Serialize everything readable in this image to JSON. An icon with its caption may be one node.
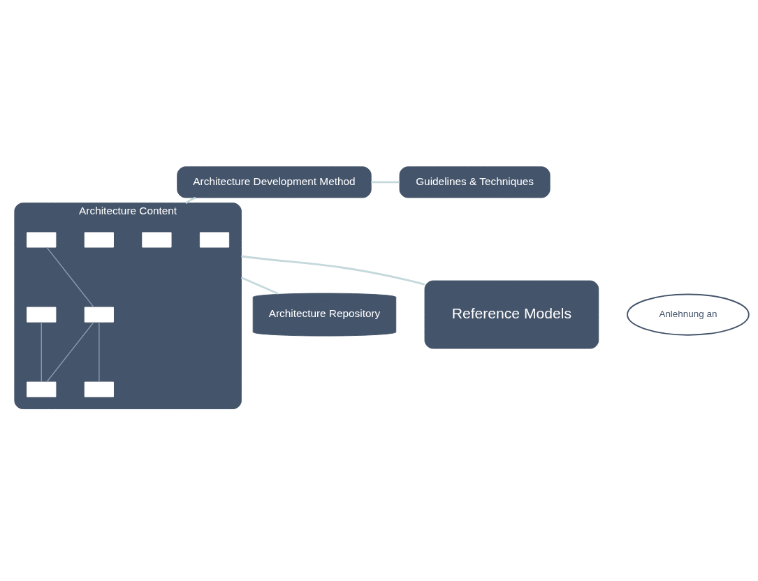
{
  "diagram": {
    "nodes": [
      {
        "text": [
          "Architecture Development Method"
        ]
      },
      {
        "text": [
          "Guidelines & Techniques"
        ]
      },
      {
        "text": [
          "Architecture Content"
        ]
      },
      {
        "text": [],
        "shape": "box",
        "in": 2
      },
      {
        "text": [],
        "shape": "box",
        "in": 2
      },
      {
        "text": [],
        "shape": "box",
        "in": 2
      },
      {
        "text": [],
        "shape": "box",
        "in": 2
      },
      {
        "text": [],
        "shape": "box",
        "in": 2
      },
      {
        "text": [],
        "shape": "box",
        "in": 2
      },
      {
        "text": [],
        "shape": "box",
        "in": 2
      },
      {
        "text": [],
        "shape": "box",
        "in": 2
      },
      {
        "text": [
          "Reference Models"
        ]
      },
      {
        "text": [
          "Anlehnung an"
        ]
      },
      {
        "text": [
          "Architecture Repository"
        ]
      }
    ],
    "edges": [
      {
        "from": 0,
        "to": 1,
        "arrow": "none"
      },
      {
        "from": 0,
        "to": 2,
        "arrow": "none"
      },
      {
        "from": 6,
        "to": 7,
        "arrow": "none"
      },
      {
        "from": 7,
        "to": 9,
        "arrow": "none"
      },
      {
        "from": 7,
        "to": 10,
        "arrow": "none"
      },
      {
        "from": 8,
        "to": 10,
        "arrow": "none"
      },
      {
        "from": 2,
        "to": 11,
        "arrow": "none"
      },
      {
        "from": 2,
        "to": 13,
        "arrow": "none"
      }
    ]
  }
}
